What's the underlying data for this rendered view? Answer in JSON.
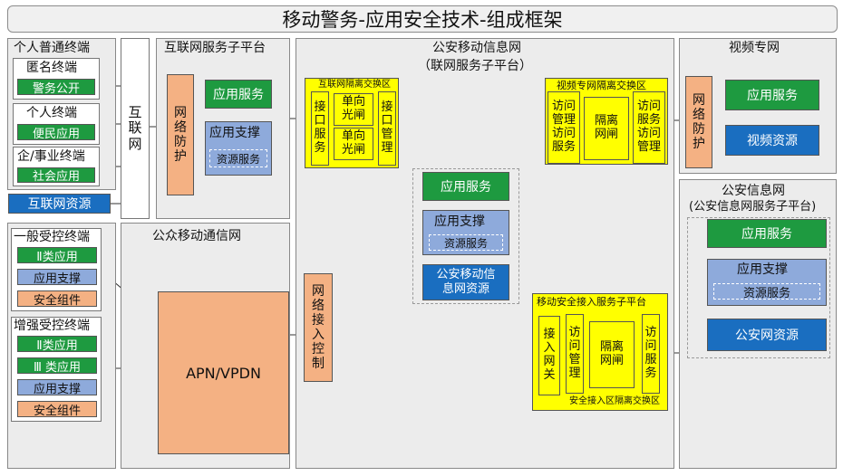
{
  "title": "移动警务-应用安全技术-组成框架",
  "terminals_personal": {
    "title": "个人普通终端",
    "anon": {
      "label": "匿名终端",
      "app": "警务公开"
    },
    "personal": {
      "label": "个人终端",
      "app": "便民应用"
    },
    "enterprise": {
      "label": "企/事业终端",
      "app": "社会应用"
    }
  },
  "internet_resource": "互联网资源",
  "internet": "互\n联\n网",
  "internet_platform": {
    "title": "互联网服务子平台",
    "firewall": "网\n络\n防\n护",
    "app_service": "应用服务",
    "app_support": "应用支撑",
    "resource_service": "资源服务"
  },
  "police_mobile": {
    "title": "公安移动信息网",
    "subtitle": "（联网服务子平台）",
    "app_service": "应用服务",
    "app_support": "应用支撑",
    "resource_service": "资源服务",
    "resource": "公安移动信\n息网资源",
    "net_access_control": "网\n络\n接\n入\n控\n制"
  },
  "internet_isolation": {
    "title": "互联网隔离交换区",
    "iface_service": "接\n口\n服\n务",
    "oneway1": "单向\n光闸",
    "oneway2": "单向\n光闸",
    "iface_manage": "接\n口\n管\n理"
  },
  "video_isolation": {
    "title": "视频专网隔离交换区",
    "access_manage": "访问\n管理\n访问\n服务",
    "isolation_gate": "隔离\n网闸",
    "access_service": "访问\n服务\n访问\n管理"
  },
  "video_net": {
    "title": "视频专网",
    "firewall": "网\n络\n防\n护",
    "app_service": "应用服务",
    "video_resource": "视频资源"
  },
  "public_mobile": {
    "title": "公众移动通信网",
    "apn": "APN/VPDN"
  },
  "controlled_general": {
    "title": "一般受控终端",
    "class2": "Ⅱ类应用",
    "support": "应用支撑",
    "security": "安全组件"
  },
  "controlled_enhanced": {
    "title": "增强受控终端",
    "class2": "Ⅱ类应用",
    "class3": "Ⅲ 类应用",
    "support": "应用支撑",
    "security": "安全组件"
  },
  "mobile_access_platform": {
    "title": "移动安全接入服务子平台",
    "gateway": "接\n入\n网\n关",
    "access_manage": "访\n问\n管\n理",
    "isolation_gate": "隔离\n网闸",
    "access_service": "访\n问\n服\n务",
    "zone_label": "安全接入区隔离交换区"
  },
  "police_info_net": {
    "title": "公安信息网",
    "subtitle": "(公安信息网服务子平台)",
    "app_service": "应用服务",
    "app_support": "应用支撑",
    "resource_service": "资源服务",
    "resource": "公安网资源"
  },
  "colors": {
    "green": "#1e9a40",
    "blue": "#1a6ec0",
    "light_blue": "#8eaadb",
    "orange": "#f4b183",
    "yellow": "#ffff00",
    "arrow_red": "#e00000"
  }
}
